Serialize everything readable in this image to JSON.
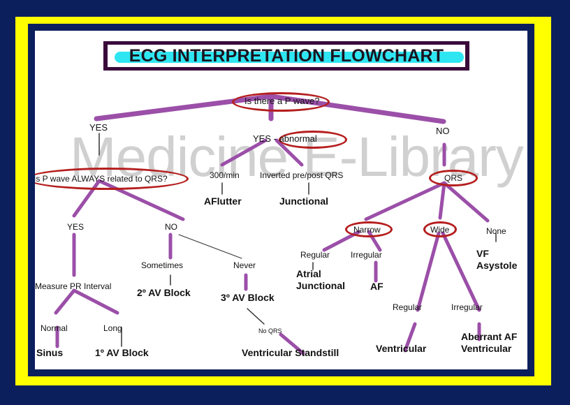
{
  "title": "ECG INTERPRETATION FLOWCHART",
  "watermark": "Medicine E-Library",
  "nodes": {
    "root": "Is there a P wave?",
    "yes": "YES",
    "yes_abnormal": "YES - abnormal",
    "no": "NO",
    "p_related": "Is P wave ALWAYS related to QRS?",
    "rate_300": "300/min",
    "inverted": "Inverted pre/post QRS",
    "qrs": "QRS",
    "yes2": "YES",
    "no2": "NO",
    "narrow": "Narrow",
    "wide": "Wide",
    "none": "None",
    "measure_pr": "Measure PR Interval",
    "sometimes": "Sometimes",
    "never": "Never",
    "regular_narrow": "Regular",
    "irregular_narrow": "Irregular",
    "normal": "Normal",
    "long": "Long",
    "no_qrs": "No QRS",
    "regular_wide": "Regular",
    "irregular_wide": "Irregular"
  },
  "results": {
    "aflutter": "AFlutter",
    "junctional": "Junctional",
    "vf_asystole": "VF\nAsystole",
    "av2": "2º AV Block",
    "av3": "3º AV Block",
    "atrial_junctional": "Atrial\nJunctional",
    "af": "AF",
    "sinus": "Sinus",
    "av1": "1º AV Block",
    "ventricular_standstill": "Ventricular Standstill",
    "ventricular": "Ventricular",
    "aberrant": "Aberrant AF\nVentricular"
  },
  "colors": {
    "connector": "#9b4fa8",
    "oval": "#b51e1e",
    "frame": "#ffff00",
    "background": "#0b1f5c",
    "title_highlight": "#2ee6f2",
    "title_border": "#3a0a3a"
  }
}
